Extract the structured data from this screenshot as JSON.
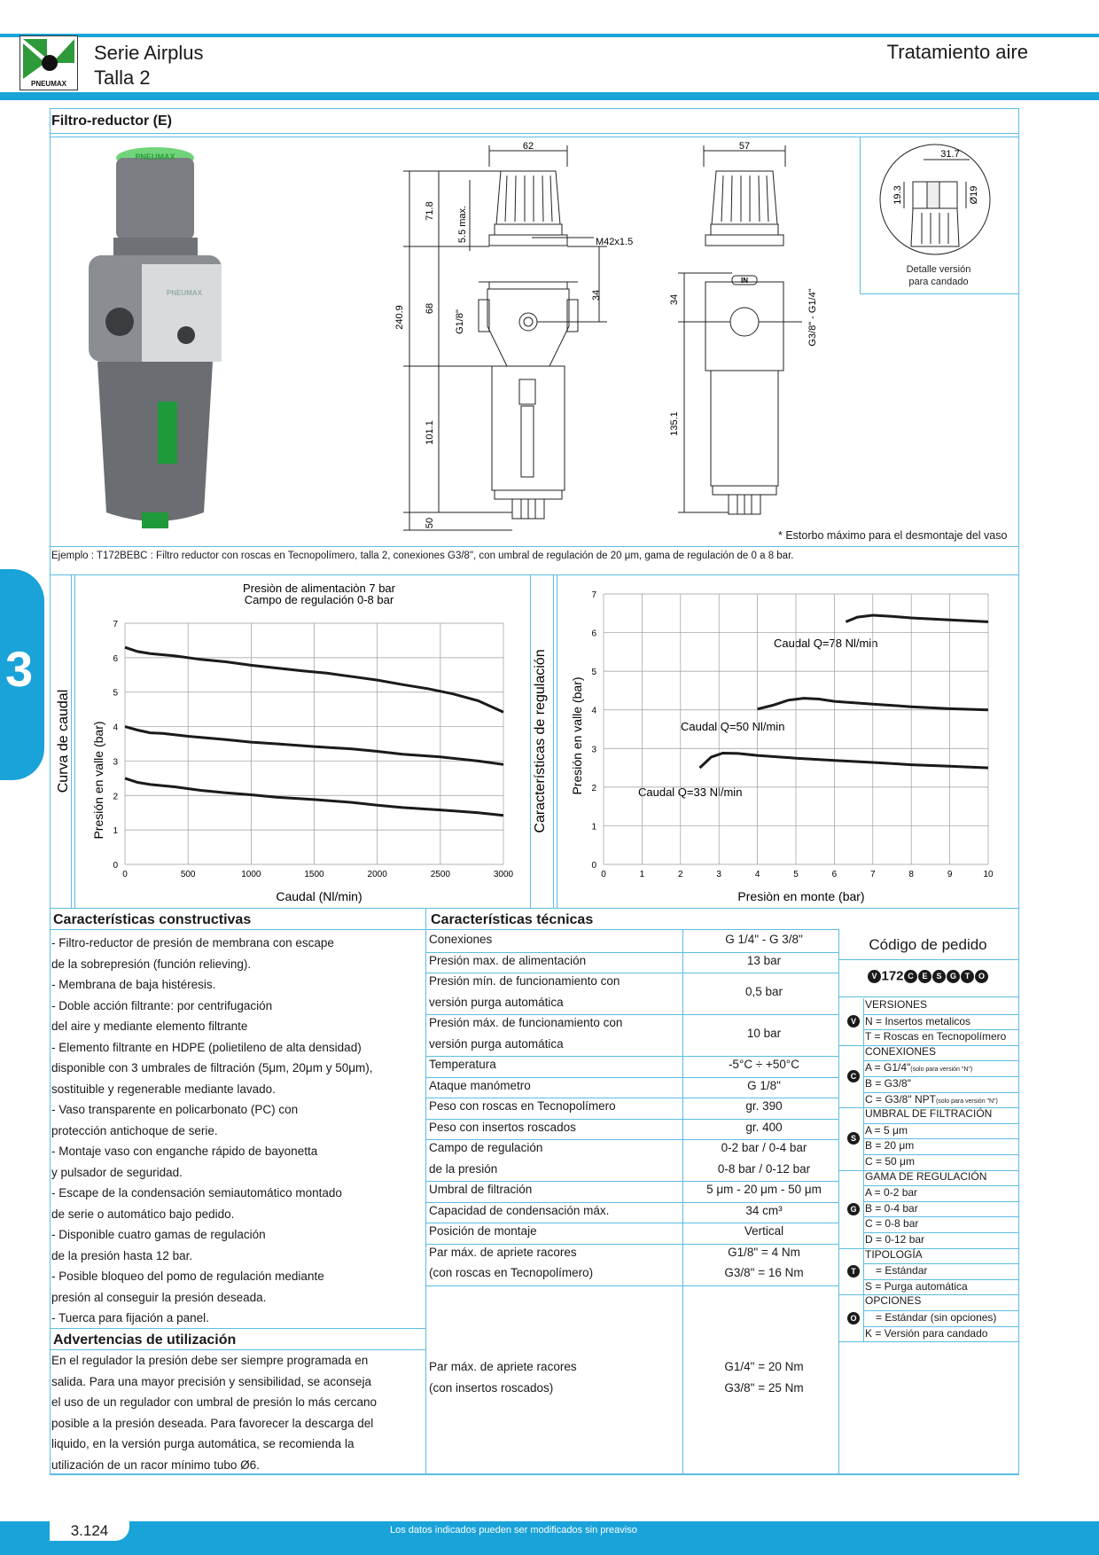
{
  "header": {
    "series_line1": "Serie Airplus",
    "series_line2": "Talla 2",
    "category": "Tratamiento aire",
    "logo_text": "PNEUMAX"
  },
  "product": {
    "title": "Filtro-reductor (E)",
    "brand_on_product": "PNEUMAX",
    "dimensions": {
      "front_width": "62",
      "side_width": "57",
      "h_top": "71.8",
      "h_max": "5.5 max.",
      "h_mid": "68",
      "h_total": "240.9",
      "h_bottom": "101.1",
      "h_base": "50",
      "h_port": "34",
      "h_port_side": "34",
      "h_side_lower": "135.1",
      "thread": "M42x1.5",
      "port_front": "G1/8\"",
      "port_side": "G3/8\" - G1/4\"",
      "in_label": "IN"
    },
    "detail": {
      "dim_width": "31.7",
      "dim_height": "19.3",
      "dim_diam": "Ø19",
      "caption_line1": "Detalle versión",
      "caption_line2": "para candado"
    },
    "footnote": "* Estorbo máximo para el desmontaje del vaso",
    "example": "Ejemplo : T172BEBC : Filtro reductor con roscas en Tecnopolímero, talla 2, conexiones G3/8\", con umbral de regulación de 20 μm, gama de regulación de 0 a 8 bar."
  },
  "chart_data": [
    {
      "type": "line",
      "section_label": "Curva de caudal",
      "title": "Presiòn de alimentaciòn 7 bar",
      "subtitle": "Campo de regulación 0-8 bar",
      "xlabel": "Caudal (Nl/min)",
      "ylabel": "Presión en valle (bar)",
      "xlim": [
        0,
        3000
      ],
      "ylim": [
        0,
        7
      ],
      "xticks": [
        0,
        500,
        1000,
        1500,
        2000,
        2500,
        3000
      ],
      "yticks": [
        0,
        1,
        2,
        3,
        4,
        5,
        6,
        7
      ],
      "grid": true,
      "series": [
        {
          "x": [
            0,
            100,
            200,
            400,
            600,
            800,
            1000,
            1200,
            1400,
            1600,
            1800,
            2000,
            2200,
            2400,
            2600,
            2800,
            3000
          ],
          "y": [
            6.3,
            6.18,
            6.12,
            6.05,
            5.95,
            5.88,
            5.78,
            5.7,
            5.62,
            5.55,
            5.45,
            5.35,
            5.22,
            5.1,
            4.95,
            4.75,
            4.42
          ]
        },
        {
          "x": [
            0,
            100,
            200,
            300,
            500,
            800,
            1000,
            1200,
            1500,
            1800,
            2000,
            2200,
            2500,
            2800,
            3000
          ],
          "y": [
            4.0,
            3.9,
            3.82,
            3.8,
            3.72,
            3.62,
            3.55,
            3.5,
            3.42,
            3.35,
            3.28,
            3.2,
            3.12,
            3.0,
            2.9
          ]
        },
        {
          "x": [
            0,
            100,
            200,
            400,
            600,
            800,
            1000,
            1200,
            1500,
            1800,
            2000,
            2200,
            2500,
            2800,
            3000
          ],
          "y": [
            2.5,
            2.38,
            2.32,
            2.25,
            2.15,
            2.08,
            2.02,
            1.95,
            1.88,
            1.8,
            1.72,
            1.65,
            1.58,
            1.5,
            1.42
          ]
        }
      ]
    },
    {
      "type": "line",
      "section_label": "Características de regulación",
      "xlabel": "Presiòn en monte (bar)",
      "ylabel": "Presión en valle (bar)",
      "xlim": [
        0,
        10
      ],
      "ylim": [
        0,
        7
      ],
      "xticks": [
        0,
        1,
        2,
        3,
        4,
        5,
        6,
        7,
        8,
        9,
        10
      ],
      "yticks": [
        0,
        1,
        2,
        3,
        4,
        5,
        6,
        7
      ],
      "grid": true,
      "annotations": [
        "Caudal Q=78 Nl/min",
        "Caudal Q=50 Nl/min",
        "Caudal Q=33 Nl/min"
      ],
      "series": [
        {
          "x": [
            6.3,
            6.6,
            7.0,
            7.5,
            8.0,
            9.0,
            10.0
          ],
          "y": [
            6.28,
            6.4,
            6.45,
            6.42,
            6.38,
            6.33,
            6.28
          ]
        },
        {
          "x": [
            4.0,
            4.4,
            4.8,
            5.2,
            5.6,
            6.0,
            7.0,
            8.0,
            9.0,
            10.0
          ],
          "y": [
            4.02,
            4.12,
            4.25,
            4.3,
            4.28,
            4.22,
            4.15,
            4.08,
            4.03,
            4.0
          ]
        },
        {
          "x": [
            2.5,
            2.8,
            3.1,
            3.5,
            4.0,
            5.0,
            6.0,
            7.0,
            8.0,
            9.0,
            10.0
          ],
          "y": [
            2.5,
            2.78,
            2.88,
            2.87,
            2.82,
            2.75,
            2.69,
            2.64,
            2.58,
            2.54,
            2.5
          ]
        }
      ]
    }
  ],
  "constructive": {
    "title": "Características constructivas",
    "lines": [
      "- Filtro-reductor de presión de membrana con escape",
      "  de la sobrepresión (función relieving).",
      "- Membrana de baja histéresis.",
      "- Doble acción filtrante: por centrifugación",
      "  del aire y mediante elemento filtrante",
      "- Elemento filtrante en HDPE (polietileno de alta densidad)",
      "  disponible con 3 umbrales de filtración (5μm, 20μm y 50μm),",
      "  sostituible y regenerable mediante lavado.",
      "- Vaso transparente en policarbonato (PC) con",
      "  protección antichoque de serie.",
      "- Montaje vaso con enganche rápido de bayonetta",
      "  y pulsador de seguridad.",
      "- Escape de la condensación semiautomático montado",
      "  de serie o automático bajo pedido.",
      "- Disponible cuatro gamas de regulación",
      "  de la presión hasta 12 bar.",
      "- Posible bloqueo del pomo de regulación mediante",
      "  presión al conseguir la presión deseada.",
      "- Tuerca para fijación a panel."
    ]
  },
  "warnings": {
    "title": "Advertencias de utilización",
    "lines": [
      "En el regulador la presión debe ser siempre programada en",
      "salida. Para una mayor precisión y sensibilidad, se aconseja",
      "el uso de un regulador con umbral de presión lo más cercano",
      "posible a la presión deseada. Para favorecer la descarga del",
      "liquido, en la versión purga automática, se recomienda la",
      "utilización de un racor mínimo tubo Ø6."
    ]
  },
  "technical": {
    "title": "Características técnicas",
    "rows": [
      {
        "label": "Conexiones",
        "value": "G 1/4\" - G 3/8\""
      },
      {
        "label": "Presión max. de alimentación",
        "value": "13 bar"
      },
      {
        "label": "Presión mín. de funcionamiento con",
        "label2": "versión purga automática",
        "value": "0,5 bar"
      },
      {
        "label": "Presión máx. de funcionamiento con",
        "label2": "versión purga automática",
        "value": "10 bar"
      },
      {
        "label": "Temperatura",
        "value": "-5°C ÷ +50°C"
      },
      {
        "label": "Ataque manómetro",
        "value": "G 1/8\""
      },
      {
        "label": "Peso con roscas en Tecnopolímero",
        "value": "gr. 390"
      },
      {
        "label": "Peso con insertos roscados",
        "value": "gr. 400"
      },
      {
        "label": "Campo de regulación",
        "label2": "de la presión",
        "value": "0-2 bar / 0-4 bar",
        "value2": "0-8 bar / 0-12 bar"
      },
      {
        "label": "Umbral de filtración",
        "value": "5 μm - 20 μm - 50 μm"
      },
      {
        "label": "Capacidad de condensación máx.",
        "value": "34 cm³"
      },
      {
        "label": "Posición de montaje",
        "value": "Vertical"
      },
      {
        "label": "Par máx. de apriete racores",
        "label2": "(con roscas en Tecnopolímero)",
        "value": "G1/8\" = 4 Nm",
        "value2": "G3/8\" = 16 Nm"
      },
      {
        "label": "Par máx. de apriete racores",
        "label2": "(con insertos roscados)",
        "value": "G1/4\" = 20 Nm",
        "value2": "G3/8\" = 25 Nm"
      }
    ]
  },
  "order_code": {
    "title": "Código de pedido",
    "code_prefix": "172",
    "badges": [
      "V",
      "C",
      "E",
      "S",
      "G",
      "T",
      "O"
    ],
    "groups": [
      {
        "badge": "V",
        "header": "VERSIONES",
        "items": [
          "N = Insertos metalicos",
          "T = Roscas en Tecnopolímero"
        ]
      },
      {
        "badge": "C",
        "header": "CONEXIONES",
        "items": [
          "A = G1/4\"",
          "B = G3/8\"",
          "C = G3/8\" NPT"
        ],
        "notes": [
          "(solo para versión \"N\")",
          "",
          "(solo para versión \"N\")"
        ]
      },
      {
        "badge": "S",
        "header": "UMBRAL DE FILTRACIÓN",
        "items": [
          "A = 5 μm",
          "B = 20 μm",
          "C = 50 μm"
        ]
      },
      {
        "badge": "G",
        "header": "GAMA DE REGULACIÓN",
        "items": [
          "A = 0-2 bar",
          "B = 0-4 bar",
          "C = 0-8 bar",
          "D = 0-12 bar"
        ]
      },
      {
        "badge": "T",
        "header": "TIPOLOGÍA",
        "items": [
          "= Estándar",
          "S = Purga automática"
        ]
      },
      {
        "badge": "O",
        "header": "OPCIONES",
        "items": [
          "= Estándar (sin opciones)",
          "K = Versión para candado"
        ]
      }
    ]
  },
  "side_tab": {
    "number": "3"
  },
  "footer": {
    "page_number": "3.124",
    "note": "Los datos indicados pueden ser modificados sin preaviso"
  },
  "colors": {
    "accent": "#1aa3d9",
    "rule": "#5bbde3",
    "logo_green": "#2e9a3a"
  }
}
